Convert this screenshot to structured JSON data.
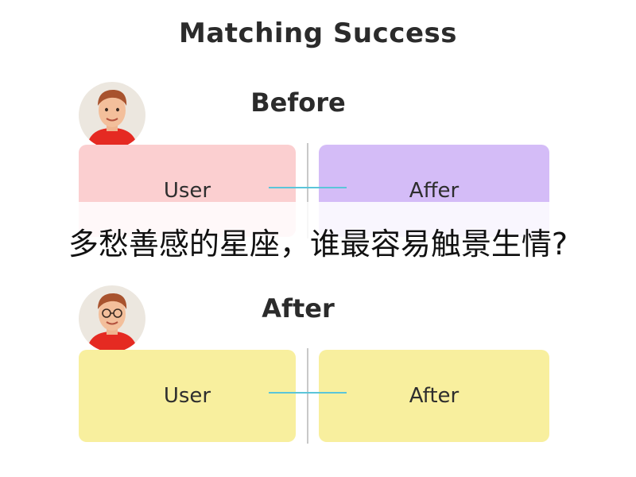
{
  "title": "Matching Success",
  "before": {
    "heading": "Before",
    "left_label": "User",
    "right_label": "Affer",
    "left_color": "#fbcfd0",
    "right_color": "#d4bcf7"
  },
  "after": {
    "heading": "After",
    "left_label": "User",
    "right_label": "After",
    "left_color": "#f8ef9e",
    "right_color": "#f8ef9e"
  },
  "connector_color": "#5bc5d9",
  "banner": {
    "text": "多愁善感的星座，谁最容易触景生情?"
  },
  "icons": {
    "avatar": "person-avatar-icon"
  }
}
